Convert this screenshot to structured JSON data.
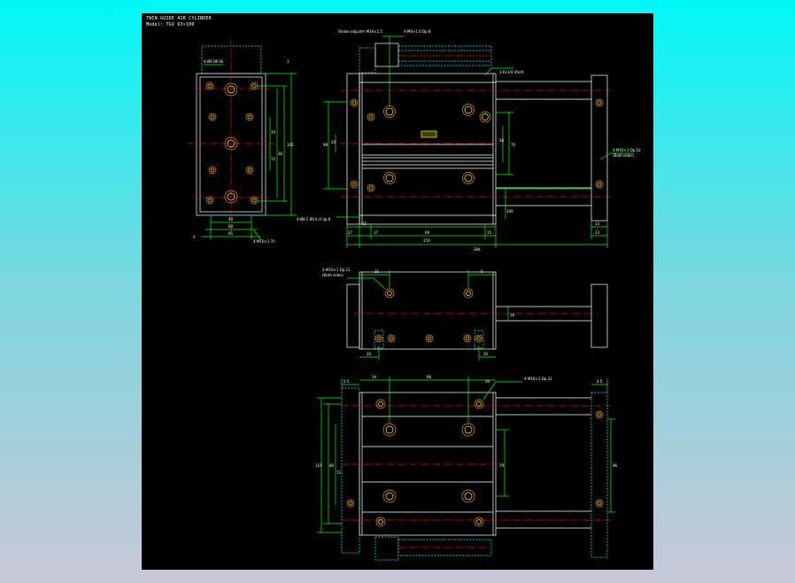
{
  "title_block": {
    "line1": "TWIN GUIDE AIR CYLINDER",
    "line2": "Model: TGV 63×100"
  },
  "colors": {
    "background": "#000000",
    "outline": "#ffffff",
    "dimension": "#00ff00",
    "centerline": "#ff0000",
    "hidden": "#00ffff",
    "hole_outer": "#ff8800",
    "hole_inner": "#ffff00"
  },
  "end_view": {
    "notes": {
      "top_holes": "4-Ø9 DP.36",
      "bottom_holes": "4-M10×1 Th."
    },
    "dims": {
      "width_inner": "40",
      "width_mid": "60",
      "width_outer": "65",
      "height_a": "70",
      "height_b": "73",
      "height_total": "102",
      "height_c": "36",
      "offset": "2",
      "top_offset": "3"
    }
  },
  "side_view": {
    "notes": {
      "stroke_adjust": "Stroke adjuster M16×1.5",
      "guide_holes": "4-M6×1.0 Dp.8",
      "rod_end": "2-Rc1/4 (Port)",
      "bottom_port": "4-Ø8.5 Ø14 ct dp.8",
      "plate_holes": "4-M10×1 Dp.12",
      "plate_note": "(Both sides)"
    },
    "dims": {
      "h_98": "98",
      "h_20": "20",
      "h_70": "70",
      "h_58": "58",
      "stroke": "100",
      "d_15": "15",
      "d_27": "27",
      "d_17": "17",
      "d_69": "69",
      "d_15b": "15",
      "d_150": "150",
      "d_23": "23",
      "d_13": "13",
      "total": "284"
    }
  },
  "top_view": {
    "notes": {
      "holes": "4-M10×1 Dp.12",
      "holes_note": "(Both sides)"
    },
    "dims": {
      "d_21": "21",
      "d_5": "5",
      "d_20a": "20",
      "d_20b": "20",
      "rod": "18"
    }
  },
  "bottom_view": {
    "notes": {
      "holes": "4-M10×1 Dp.12"
    },
    "dims": {
      "d_55": "5.5",
      "d_34": "34",
      "d_66": "66",
      "d_20": "20",
      "d_45": "4.5",
      "h_80": "80",
      "h_72": "72",
      "h_110": "110",
      "h_70": "70",
      "h_96": "96"
    }
  }
}
